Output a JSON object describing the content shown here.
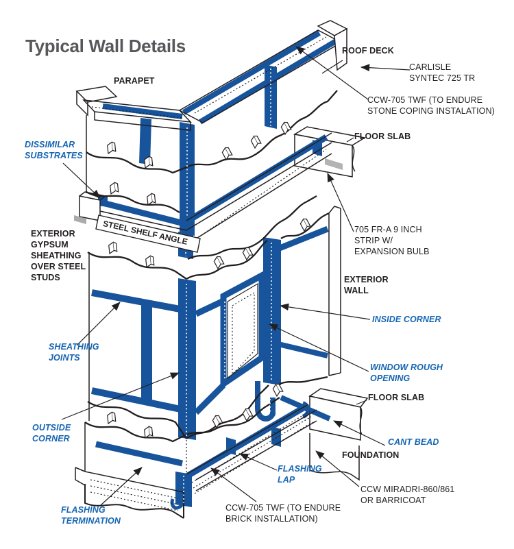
{
  "title": "Typical Wall Details",
  "colors": {
    "flashing_blue": "#17549B",
    "label_blue": "#1565B3",
    "line_black": "#231F20",
    "title_gray": "#57585B",
    "strip_gray": "#B0B0B0"
  },
  "labels": {
    "parapet": "PARAPET",
    "roof_deck": "ROOF DECK",
    "carlisle": "CARLISLE\nSYNTEC 725 TR",
    "ccw_stone": "CCW-705 TWF (TO ENDURE\nSTONE COPING INSTALATION)",
    "floor_slab_upper": "FLOOR SLAB",
    "dissimilar_substrates": "DISSIMILAR\nSUBSTRATES",
    "steel_shelf_angle": "STEEL SHELF ANGLE",
    "exterior_gypsum": "EXTERIOR\nGYPSUM\nSHEATHING\nOVER STEEL\nSTUDS",
    "fr_strip": "705 FR-A 9 INCH\nSTRIP W/\nEXPANSION BULB",
    "exterior_wall": "EXTERIOR\nWALL",
    "inside_corner": "INSIDE CORNER",
    "sheathing_joints": "SHEATHING\nJOINTS",
    "window_rough_opening": "WINDOW ROUGH\nOPENING",
    "floor_slab_lower": "FLOOR SLAB",
    "outside_corner": "OUTSIDE\nCORNER",
    "cant_bead": "CANT BEAD",
    "foundation": "FOUNDATION",
    "flashing_lap": "FLASHING\nLAP",
    "ccw_miradri": "CCW MIRADRI-860/861\nOR BARRICOAT",
    "flashing_termination": "FLASHING\nTERMINATION",
    "ccw_brick": "CCW-705 TWF (TO ENDURE\nBRICK INSTALLATION)"
  }
}
